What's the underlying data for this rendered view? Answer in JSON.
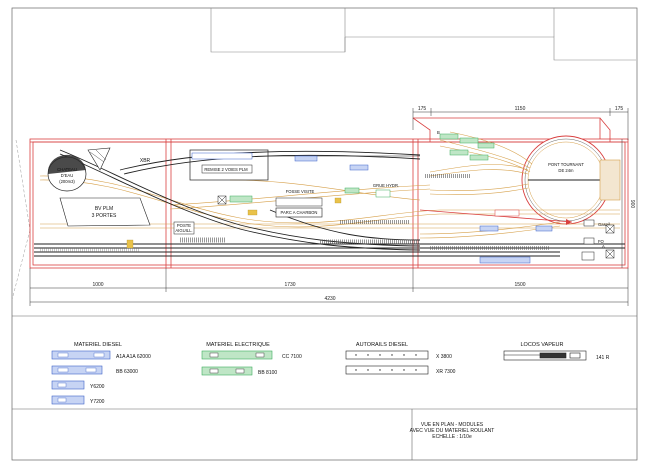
{
  "labels": {
    "chateau_line1": "CHATEAU",
    "chateau_line2": "D'EAU",
    "chateau_line3": "(200m3)",
    "xbr": "XBR",
    "bv_line1": "BV PLM",
    "bv_line2": "3 PORTES",
    "remise": "REMISE 2 VOIES PLM",
    "fosse": "FOSSE VISITE",
    "grue": "GRUE HYDR.",
    "parc": "PARC A CHARBON",
    "poste_line1": "POSTE",
    "poste_line2": "AIGUILL.",
    "pont_line1": "PONT TOURNANT",
    "pont_line2": "DE 24m",
    "gasoil": "Gasoil",
    "fo": "FO",
    "a_mark": "A",
    "b_mark": "B",
    "vert_dim": "900"
  },
  "dims": {
    "top_175_left": "175",
    "top_1150": "1150",
    "top_175_right": "175",
    "bot_1000": "1000",
    "bot_1730": "1730",
    "bot_1500": "1500",
    "total": "4230"
  },
  "legend": {
    "diesel": {
      "title": "MATERIEL DIESEL",
      "items": [
        "A1A A1A 62000",
        "BB 63000",
        "Y6200",
        "Y7200"
      ]
    },
    "electrique": {
      "title": "MATERIEL ELECTRIQUE",
      "items": [
        "CC 7100",
        "BB 8100"
      ]
    },
    "autorails": {
      "title": "AUTORAILS DIESEL",
      "items": [
        "X 3800",
        "XR 7300"
      ]
    },
    "vapeur": {
      "title": "LOCOS VAPEUR",
      "items": [
        "141 R"
      ]
    }
  },
  "titleblock": {
    "line1": "VUE EN PLAN - MODULES",
    "line2": "AVEC VUE DU MATERIEL ROULANT",
    "line3": "ECHELLE : 1/10e"
  },
  "colors": {
    "module_border": "#d94040",
    "track_ochre": "#d6a04a",
    "electric_green": "#3fae5f",
    "diesel_blue": "#3f63c9",
    "track_dark": "#222222"
  }
}
